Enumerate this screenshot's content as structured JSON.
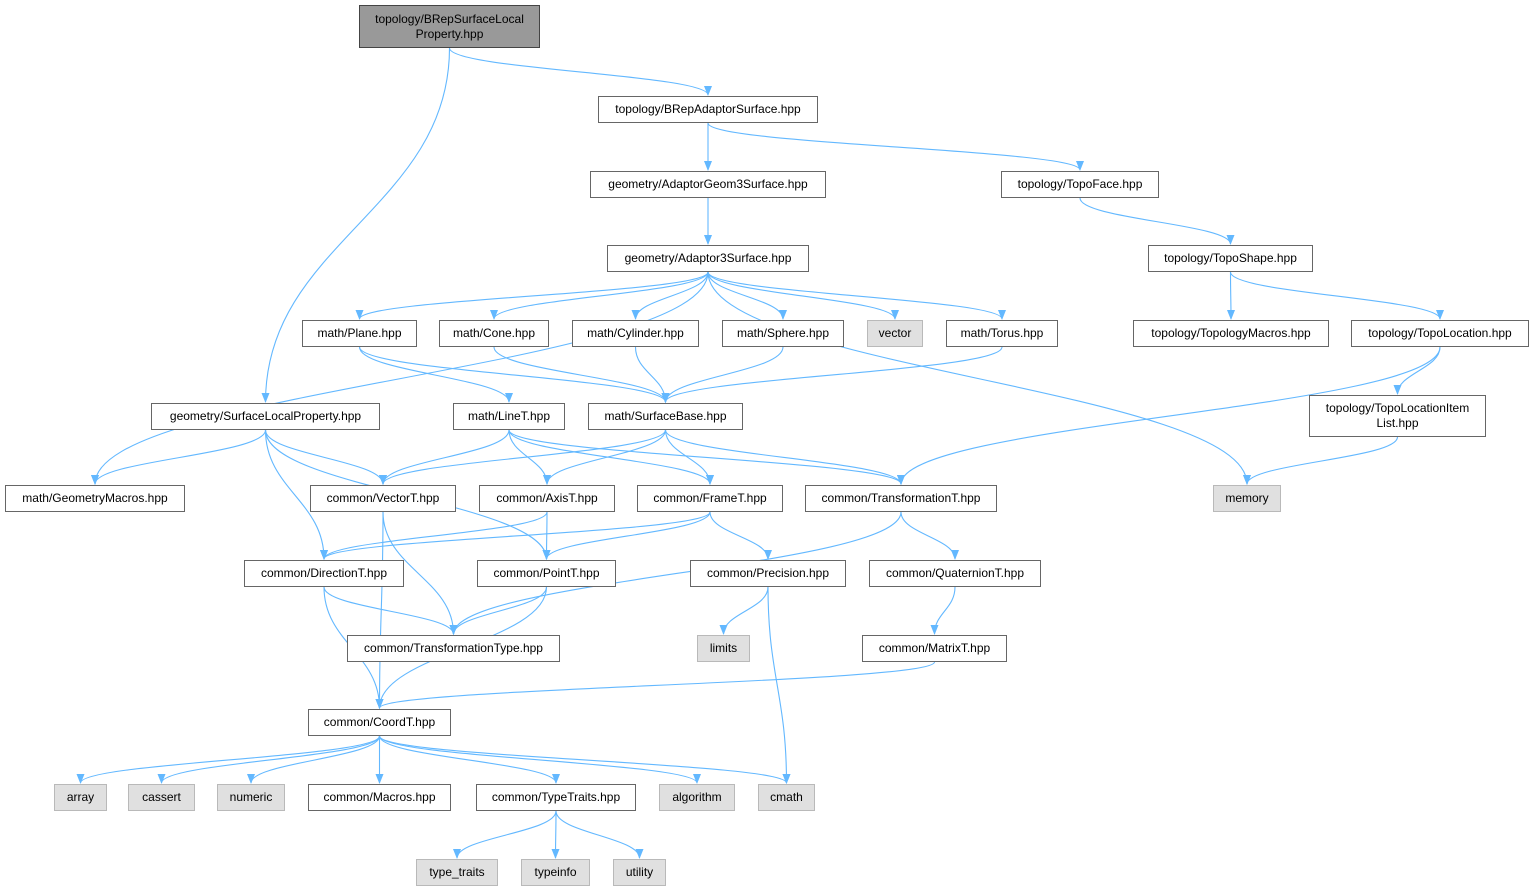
{
  "colors": {
    "edge": "#63b8ff",
    "root_fill": "#999999",
    "node_border": "#666666",
    "system_fill": "#e0e0e0"
  },
  "nodes": [
    {
      "id": "root",
      "label": "topology/BRepSurfaceLocal\nProperty.hpp",
      "kind": "root"
    },
    {
      "id": "brepadaptor",
      "label": "topology/BRepAdaptorSurface.hpp",
      "kind": "file"
    },
    {
      "id": "adaptorgeom3",
      "label": "geometry/AdaptorGeom3Surface.hpp",
      "kind": "file"
    },
    {
      "id": "topoface",
      "label": "topology/TopoFace.hpp",
      "kind": "file"
    },
    {
      "id": "adaptor3",
      "label": "geometry/Adaptor3Surface.hpp",
      "kind": "file"
    },
    {
      "id": "toposhape",
      "label": "topology/TopoShape.hpp",
      "kind": "file"
    },
    {
      "id": "plane",
      "label": "math/Plane.hpp",
      "kind": "file"
    },
    {
      "id": "cone",
      "label": "math/Cone.hpp",
      "kind": "file"
    },
    {
      "id": "cylinder",
      "label": "math/Cylinder.hpp",
      "kind": "file"
    },
    {
      "id": "sphere",
      "label": "math/Sphere.hpp",
      "kind": "file"
    },
    {
      "id": "vector",
      "label": "vector",
      "kind": "system"
    },
    {
      "id": "torus",
      "label": "math/Torus.hpp",
      "kind": "file"
    },
    {
      "id": "topomacros",
      "label": "topology/TopologyMacros.hpp",
      "kind": "file"
    },
    {
      "id": "topolocation",
      "label": "topology/TopoLocation.hpp",
      "kind": "file"
    },
    {
      "id": "surflocal",
      "label": "geometry/SurfaceLocalProperty.hpp",
      "kind": "file"
    },
    {
      "id": "linet",
      "label": "math/LineT.hpp",
      "kind": "file"
    },
    {
      "id": "surfacebase",
      "label": "math/SurfaceBase.hpp",
      "kind": "file"
    },
    {
      "id": "topolocitem",
      "label": "topology/TopoLocationItem\nList.hpp",
      "kind": "file"
    },
    {
      "id": "geommacros",
      "label": "math/GeometryMacros.hpp",
      "kind": "file"
    },
    {
      "id": "vectort",
      "label": "common/VectorT.hpp",
      "kind": "file"
    },
    {
      "id": "axist",
      "label": "common/AxisT.hpp",
      "kind": "file"
    },
    {
      "id": "framet",
      "label": "common/FrameT.hpp",
      "kind": "file"
    },
    {
      "id": "transformationt",
      "label": "common/TransformationT.hpp",
      "kind": "file"
    },
    {
      "id": "memory",
      "label": "memory",
      "kind": "system"
    },
    {
      "id": "directiont",
      "label": "common/DirectionT.hpp",
      "kind": "file"
    },
    {
      "id": "pointt",
      "label": "common/PointT.hpp",
      "kind": "file"
    },
    {
      "id": "precision",
      "label": "common/Precision.hpp",
      "kind": "file"
    },
    {
      "id": "quaterniont",
      "label": "common/QuaternionT.hpp",
      "kind": "file"
    },
    {
      "id": "transtype",
      "label": "common/TransformationType.hpp",
      "kind": "file"
    },
    {
      "id": "limits",
      "label": "limits",
      "kind": "system"
    },
    {
      "id": "matrixt",
      "label": "common/MatrixT.hpp",
      "kind": "file"
    },
    {
      "id": "coordt",
      "label": "common/CoordT.hpp",
      "kind": "file"
    },
    {
      "id": "array",
      "label": "array",
      "kind": "system"
    },
    {
      "id": "cassert",
      "label": "cassert",
      "kind": "system"
    },
    {
      "id": "numeric",
      "label": "numeric",
      "kind": "system"
    },
    {
      "id": "macros",
      "label": "common/Macros.hpp",
      "kind": "file"
    },
    {
      "id": "typetraits",
      "label": "common/TypeTraits.hpp",
      "kind": "file"
    },
    {
      "id": "algorithm",
      "label": "algorithm",
      "kind": "system"
    },
    {
      "id": "cmath",
      "label": "cmath",
      "kind": "system"
    },
    {
      "id": "type_traits",
      "label": "type_traits",
      "kind": "system"
    },
    {
      "id": "typeinfo",
      "label": "typeinfo",
      "kind": "system"
    },
    {
      "id": "utility",
      "label": "utility",
      "kind": "system"
    }
  ],
  "edges": [
    [
      "root",
      "brepadaptor"
    ],
    [
      "root",
      "surflocal"
    ],
    [
      "brepadaptor",
      "adaptorgeom3"
    ],
    [
      "brepadaptor",
      "topoface"
    ],
    [
      "adaptorgeom3",
      "adaptor3"
    ],
    [
      "topoface",
      "toposhape"
    ],
    [
      "adaptor3",
      "plane"
    ],
    [
      "adaptor3",
      "cone"
    ],
    [
      "adaptor3",
      "cylinder"
    ],
    [
      "adaptor3",
      "sphere"
    ],
    [
      "adaptor3",
      "vector"
    ],
    [
      "adaptor3",
      "torus"
    ],
    [
      "adaptor3",
      "geommacros"
    ],
    [
      "adaptor3",
      "memory"
    ],
    [
      "toposhape",
      "topomacros"
    ],
    [
      "toposhape",
      "topolocation"
    ],
    [
      "topolocation",
      "topolocitem"
    ],
    [
      "topolocation",
      "transformationt"
    ],
    [
      "topolocitem",
      "memory"
    ],
    [
      "plane",
      "linet"
    ],
    [
      "plane",
      "surfacebase"
    ],
    [
      "cone",
      "surfacebase"
    ],
    [
      "cylinder",
      "surfacebase"
    ],
    [
      "sphere",
      "surfacebase"
    ],
    [
      "torus",
      "surfacebase"
    ],
    [
      "surflocal",
      "geommacros"
    ],
    [
      "surflocal",
      "vectort"
    ],
    [
      "surflocal",
      "directiont"
    ],
    [
      "surflocal",
      "pointt"
    ],
    [
      "linet",
      "vectort"
    ],
    [
      "linet",
      "axist"
    ],
    [
      "linet",
      "framet"
    ],
    [
      "linet",
      "transformationt"
    ],
    [
      "surfacebase",
      "vectort"
    ],
    [
      "surfacebase",
      "axist"
    ],
    [
      "surfacebase",
      "framet"
    ],
    [
      "surfacebase",
      "transformationt"
    ],
    [
      "vectort",
      "transtype"
    ],
    [
      "vectort",
      "coordt"
    ],
    [
      "axist",
      "directiont"
    ],
    [
      "axist",
      "pointt"
    ],
    [
      "framet",
      "directiont"
    ],
    [
      "framet",
      "pointt"
    ],
    [
      "framet",
      "precision"
    ],
    [
      "transformationt",
      "quaterniont"
    ],
    [
      "transformationt",
      "transtype"
    ],
    [
      "directiont",
      "transtype"
    ],
    [
      "directiont",
      "coordt"
    ],
    [
      "pointt",
      "transtype"
    ],
    [
      "pointt",
      "coordt"
    ],
    [
      "precision",
      "limits"
    ],
    [
      "precision",
      "cmath"
    ],
    [
      "quaterniont",
      "matrixt"
    ],
    [
      "matrixt",
      "coordt"
    ],
    [
      "coordt",
      "array"
    ],
    [
      "coordt",
      "cassert"
    ],
    [
      "coordt",
      "numeric"
    ],
    [
      "coordt",
      "macros"
    ],
    [
      "coordt",
      "typetraits"
    ],
    [
      "coordt",
      "algorithm"
    ],
    [
      "coordt",
      "cmath"
    ],
    [
      "typetraits",
      "type_traits"
    ],
    [
      "typetraits",
      "typeinfo"
    ],
    [
      "typetraits",
      "utility"
    ]
  ]
}
